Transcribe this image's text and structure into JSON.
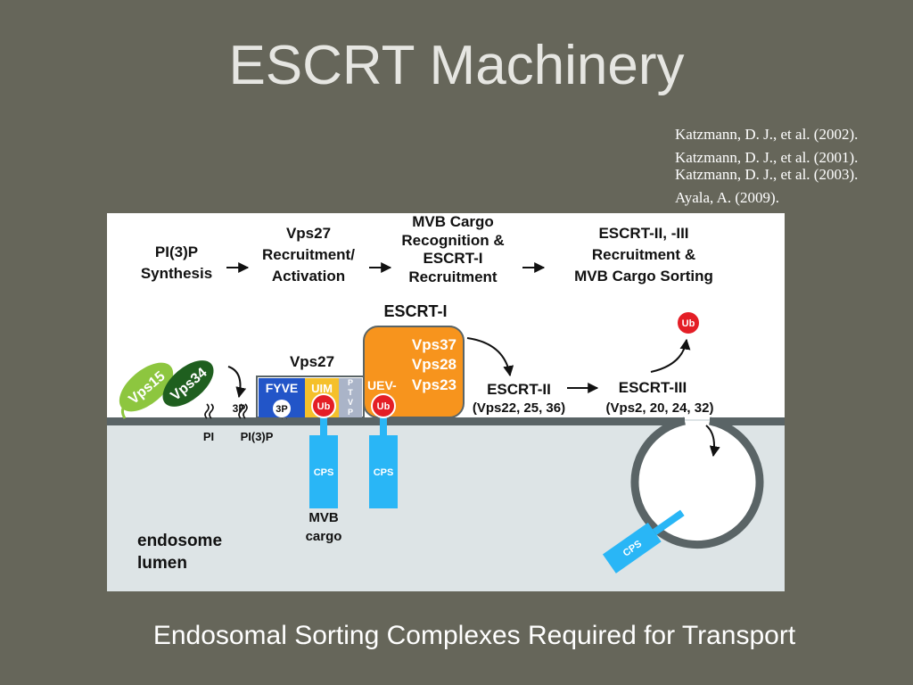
{
  "slide": {
    "title": "ESCRT Machinery",
    "subtitle": "Endosomal Sorting Complexes Required for Transport",
    "references": [
      "Katzmann, D. J., et al. (2002).",
      "Katzmann, D. J., et al. (2001).",
      "Katzmann, D. J., et al. (2003).",
      "Ayala, A. (2009)."
    ]
  },
  "diagram": {
    "steps": {
      "s1": [
        "PI(3)P",
        "Synthesis"
      ],
      "s2": [
        "Vps27",
        "Recruitment/",
        "Activation"
      ],
      "s3": [
        "MVB Cargo",
        "Recognition &",
        "ESCRT-I",
        "Recruitment"
      ],
      "s4": [
        "ESCRT-II, -III",
        "Recruitment &",
        "MVB Cargo Sorting"
      ]
    },
    "vps15": "Vps15",
    "vps34": "Vps34",
    "pi_labels": [
      "PI",
      "PI(3)P"
    ],
    "three_p": "3P",
    "vps27": {
      "title": "Vps27",
      "fyve": "FYVE",
      "uim": "UIM",
      "ptvp": [
        "P",
        "T",
        "V",
        "P"
      ]
    },
    "escrt1": {
      "title": "ESCRT-I",
      "lines": [
        "Vps37",
        "Vps28",
        "Vps23"
      ],
      "uev": "UEV-"
    },
    "ub": "Ub",
    "cps": "CPS",
    "mvb_cargo": [
      "MVB",
      "cargo"
    ],
    "escrt2": {
      "title": "ESCRT-II",
      "sub": "(Vps22, 25, 36)"
    },
    "escrt3": {
      "title": "ESCRT-III",
      "sub": "(Vps2, 20, 24, 32)"
    },
    "endosome_lumen": [
      "endosome",
      "lumen"
    ],
    "colors": {
      "background": "#66665a",
      "membrane": "#5a6466",
      "lumen": "#dde4e6",
      "escrt1": "#f7941d",
      "ub": "#e41e26",
      "cps": "#29b6f6",
      "vps15": "#8dc63f",
      "vps34": "#1f5f1f",
      "fyve": "#2255c8",
      "uim": "#f5c02a",
      "ptvp": "#aab4c8"
    }
  }
}
